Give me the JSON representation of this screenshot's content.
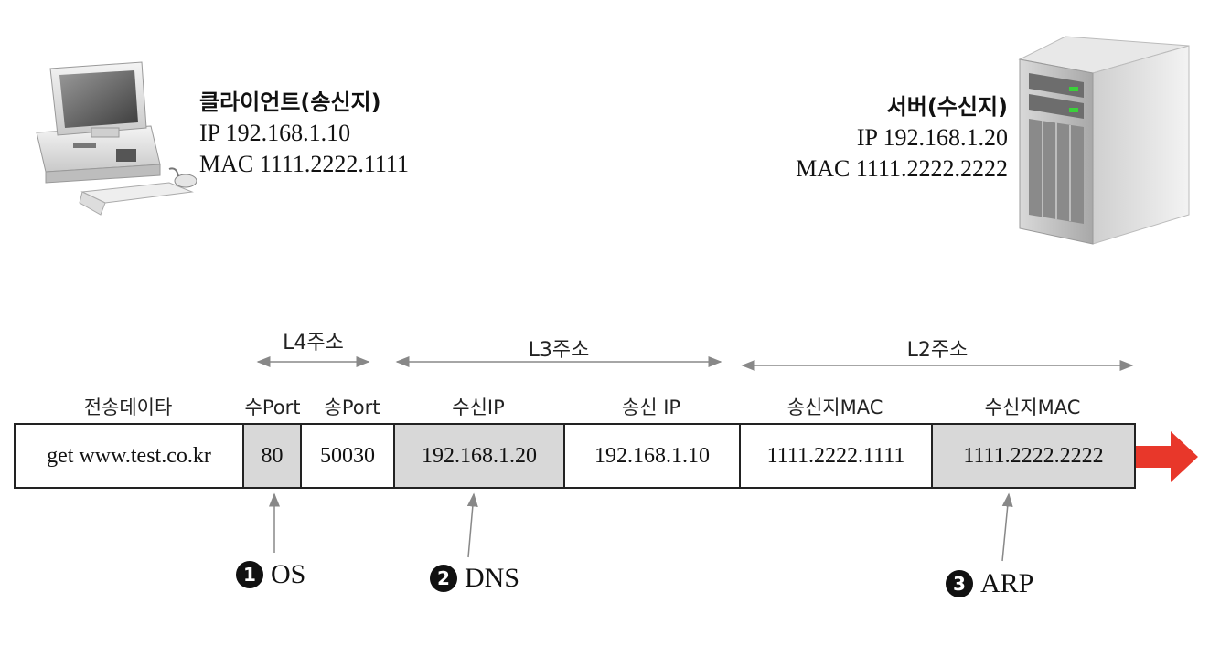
{
  "client": {
    "title": "클라이언트(송신지)",
    "ip": "IP 192.168.1.10",
    "mac": "MAC 1111.2222.1111"
  },
  "server": {
    "title": "서버(수신지)",
    "ip": "IP 192.168.1.20",
    "mac": "MAC 1111.2222.2222"
  },
  "segments": {
    "l4": "L4주소",
    "l3": "L3주소",
    "l2": "L2주소"
  },
  "columns": [
    {
      "header": "전송데이타",
      "value": "get www.test.co.kr",
      "highlight": false
    },
    {
      "header": "수Port",
      "value": "80",
      "highlight": true
    },
    {
      "header": "송Port",
      "value": "50030",
      "highlight": false
    },
    {
      "header": "수신IP",
      "value": "192.168.1.20",
      "highlight": true
    },
    {
      "header": "송신 IP",
      "value": "192.168.1.10",
      "highlight": false
    },
    {
      "header": "송신지MAC",
      "value": "1111.2222.1111",
      "highlight": false
    },
    {
      "header": "수신지MAC",
      "value": "1111.2222.2222",
      "highlight": true
    }
  ],
  "steps": [
    {
      "number": "1",
      "label": "OS"
    },
    {
      "number": "2",
      "label": "DNS"
    },
    {
      "number": "3",
      "label": "ARP"
    }
  ],
  "colors": {
    "highlight_cell": "#d8d8d8",
    "direction_arrow": "#e8372a",
    "connector": "#888888"
  }
}
